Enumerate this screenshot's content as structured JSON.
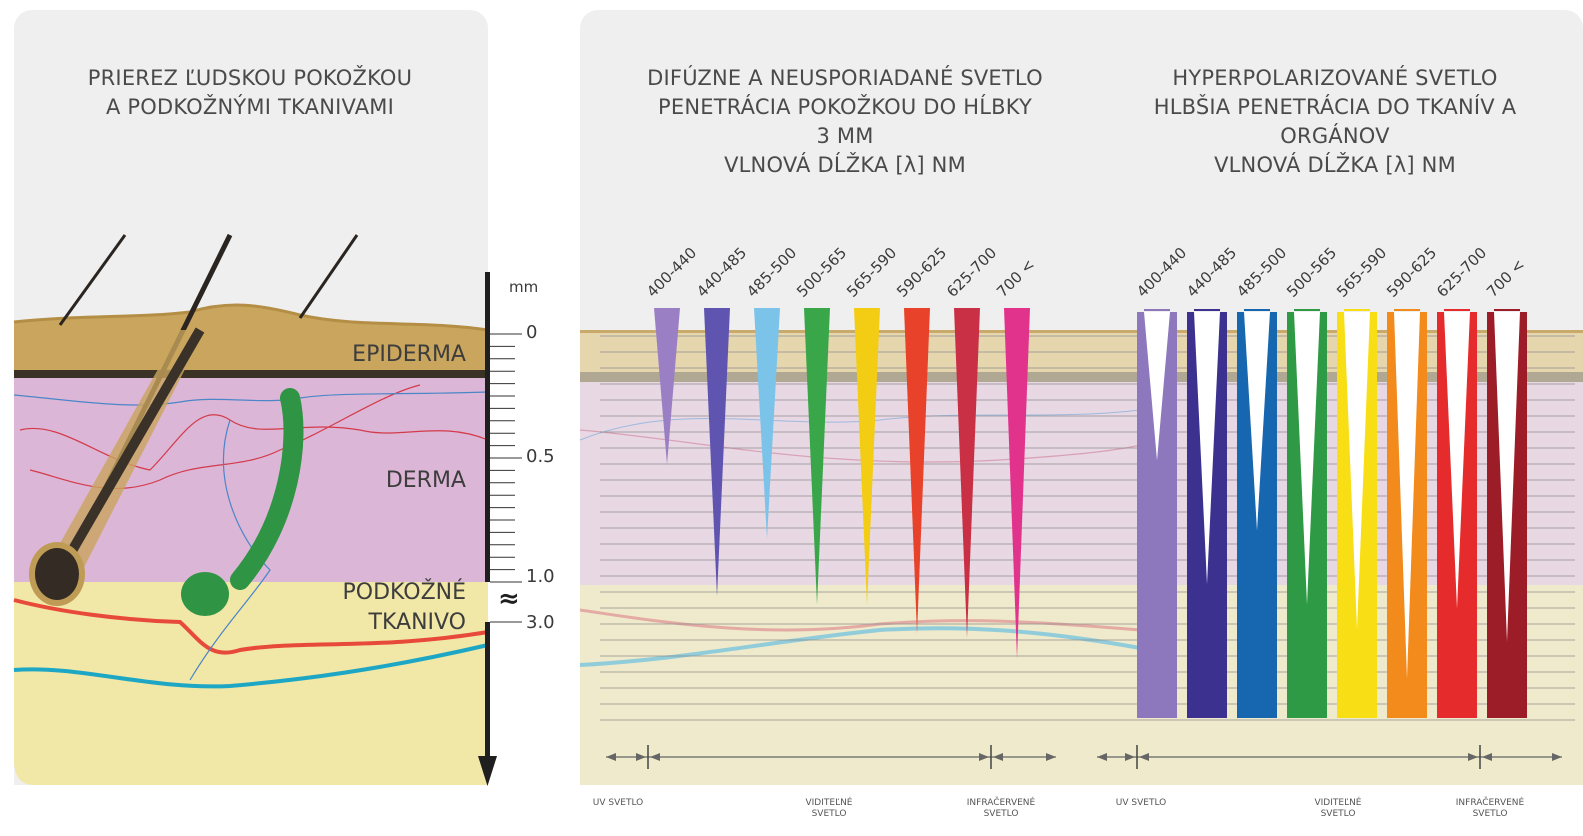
{
  "left_title": [
    "PRIEREZ ĽUDSKOU POKOŽKOU",
    "A PODKOŽNÝMI TKANIVAMI"
  ],
  "layers": {
    "epidermis": "EPIDERMA",
    "dermis": "DERMA",
    "subcutaneous": [
      "PODKOŽNÉ",
      "TKANIVO"
    ]
  },
  "scale": {
    "unit": "mm",
    "ticks": [
      "0",
      "0.5",
      "1.0",
      "3.0"
    ],
    "break_symbol": "≈"
  },
  "diffuse_title": [
    "DIFÚZNE A NEUSPORIADANÉ SVETLO",
    "PENETRÁCIA POKOŽKOU DO HĹBKY",
    "3 MM",
    "VLNOVÁ DĹŽKA [λ] NM"
  ],
  "polarized_title": [
    "HYPERPOLARIZOVANÉ SVETLO",
    "HLBŠIA PENETRÁCIA DO TKANÍV A",
    "ORGÁNOV",
    "VLNOVÁ DĹŽKA [λ] NM"
  ],
  "wavelengths": [
    "400-440",
    "440-485",
    "485-500",
    "500-565",
    "565-590",
    "590-625",
    "625-700",
    "700 <"
  ],
  "colors": [
    "#9b7fc4",
    "#5f55b0",
    "#7cc3ea",
    "#3aa64a",
    "#f3cc14",
    "#e8422b",
    "#c93046",
    "#e2338c"
  ],
  "polarized_colors": [
    "#8d77bd",
    "#3c318e",
    "#1766b0",
    "#2f9a45",
    "#f8de14",
    "#f28a1c",
    "#e52b2b",
    "#9c1d27"
  ],
  "diffuse_depth_fraction": [
    0.38,
    0.7,
    0.56,
    0.72,
    0.72,
    0.79,
    0.8,
    0.85
  ],
  "polarized_notch_fraction": [
    0.37,
    0.67,
    0.54,
    0.72,
    0.78,
    0.9,
    0.73,
    0.81
  ],
  "bottom_labels": {
    "uv": "UV SVETLO",
    "visible": [
      "VIDITEĽNÉ",
      "SVETLO"
    ],
    "infrared": [
      "INFRAČERVENÉ",
      "SVETLO"
    ]
  }
}
